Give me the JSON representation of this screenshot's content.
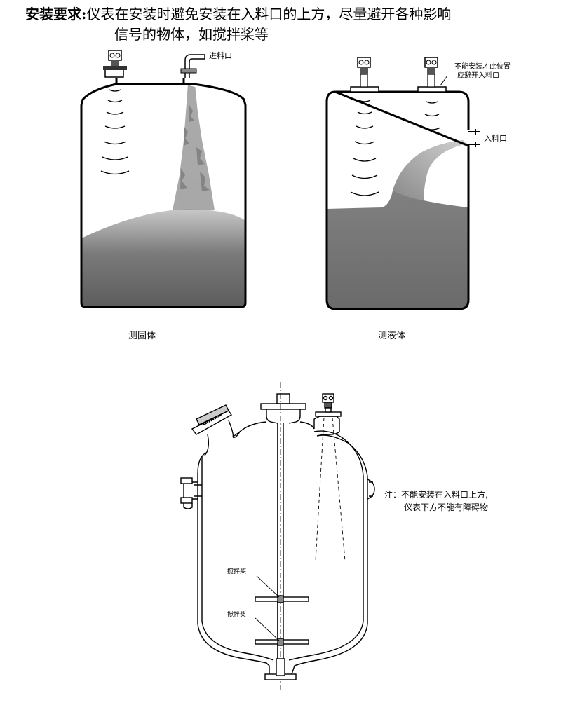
{
  "heading": {
    "label": "安装要求:",
    "line1": "仪表在安装时避免安装在入料口的上方，尽量避开各种影响",
    "line2": "信号的物体，如搅拌桨等"
  },
  "left_diagram": {
    "inlet_label": "进料口",
    "caption": "测固体"
  },
  "right_diagram": {
    "warning_line1": "不能安装才此位置",
    "warning_line2": "应避开入料口",
    "inlet_label": "入料口",
    "caption": "测液体"
  },
  "vessel_diagram": {
    "note_line1": "注：不能安装在入料口上方,",
    "note_line2": "仪表下方不能有障碍物",
    "agitator_label_1": "搅拌桨",
    "agitator_label_2": "搅拌桨"
  },
  "colors": {
    "fill_dark": "#6a6a6a",
    "fill_light": "#b9b9b9",
    "outline": "#000000"
  }
}
